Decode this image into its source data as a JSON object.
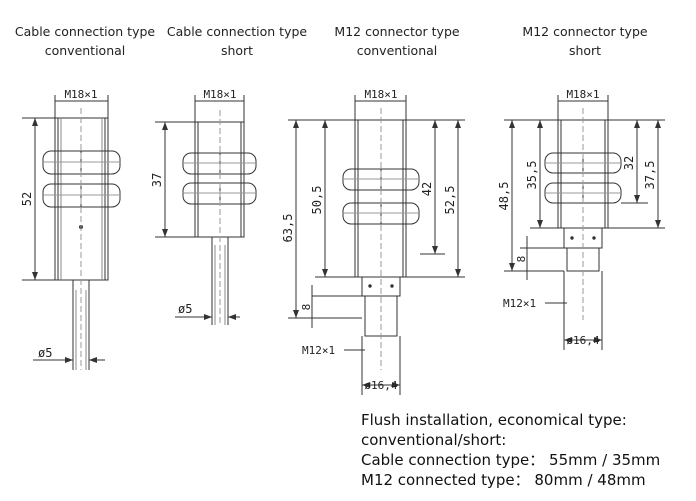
{
  "headers": [
    {
      "line1": "Cable connection type",
      "line2": "conventional"
    },
    {
      "line1": "Cable connection type",
      "line2": "short"
    },
    {
      "line1": "M12 connector type",
      "line2": "conventional"
    },
    {
      "line1": "M12 connector type",
      "line2": "short"
    }
  ],
  "dimensions": {
    "thread": "M18×1",
    "cable_conv_length": "52",
    "cable_conv_cable_dia": "ø5",
    "cable_short_length": "37",
    "cable_short_cable_dia": "ø5",
    "m12_conv_total": "63,5",
    "m12_conv_body": "50,5",
    "m12_conv_thread": "42",
    "m12_conv_thread2": "52,5",
    "m12_conv_plug": "8",
    "m12_conv_connector": "M12×1",
    "m12_conv_dia": "ø16,4",
    "m12_short_total": "48,5",
    "m12_short_body": "35,5",
    "m12_short_thread": "32",
    "m12_short_thread2": "37,5",
    "m12_short_plug": "8",
    "m12_short_connector": "M12×1",
    "m12_short_dia": "ø16,4"
  },
  "notes": {
    "line1": "Flush installation, economical type:",
    "line2": "conventional/short:",
    "line3": "Cable connection type： 55mm / 35mm",
    "line4": "M12 connected type：  80mm / 48mm"
  },
  "colors": {
    "line": "#333333"
  }
}
